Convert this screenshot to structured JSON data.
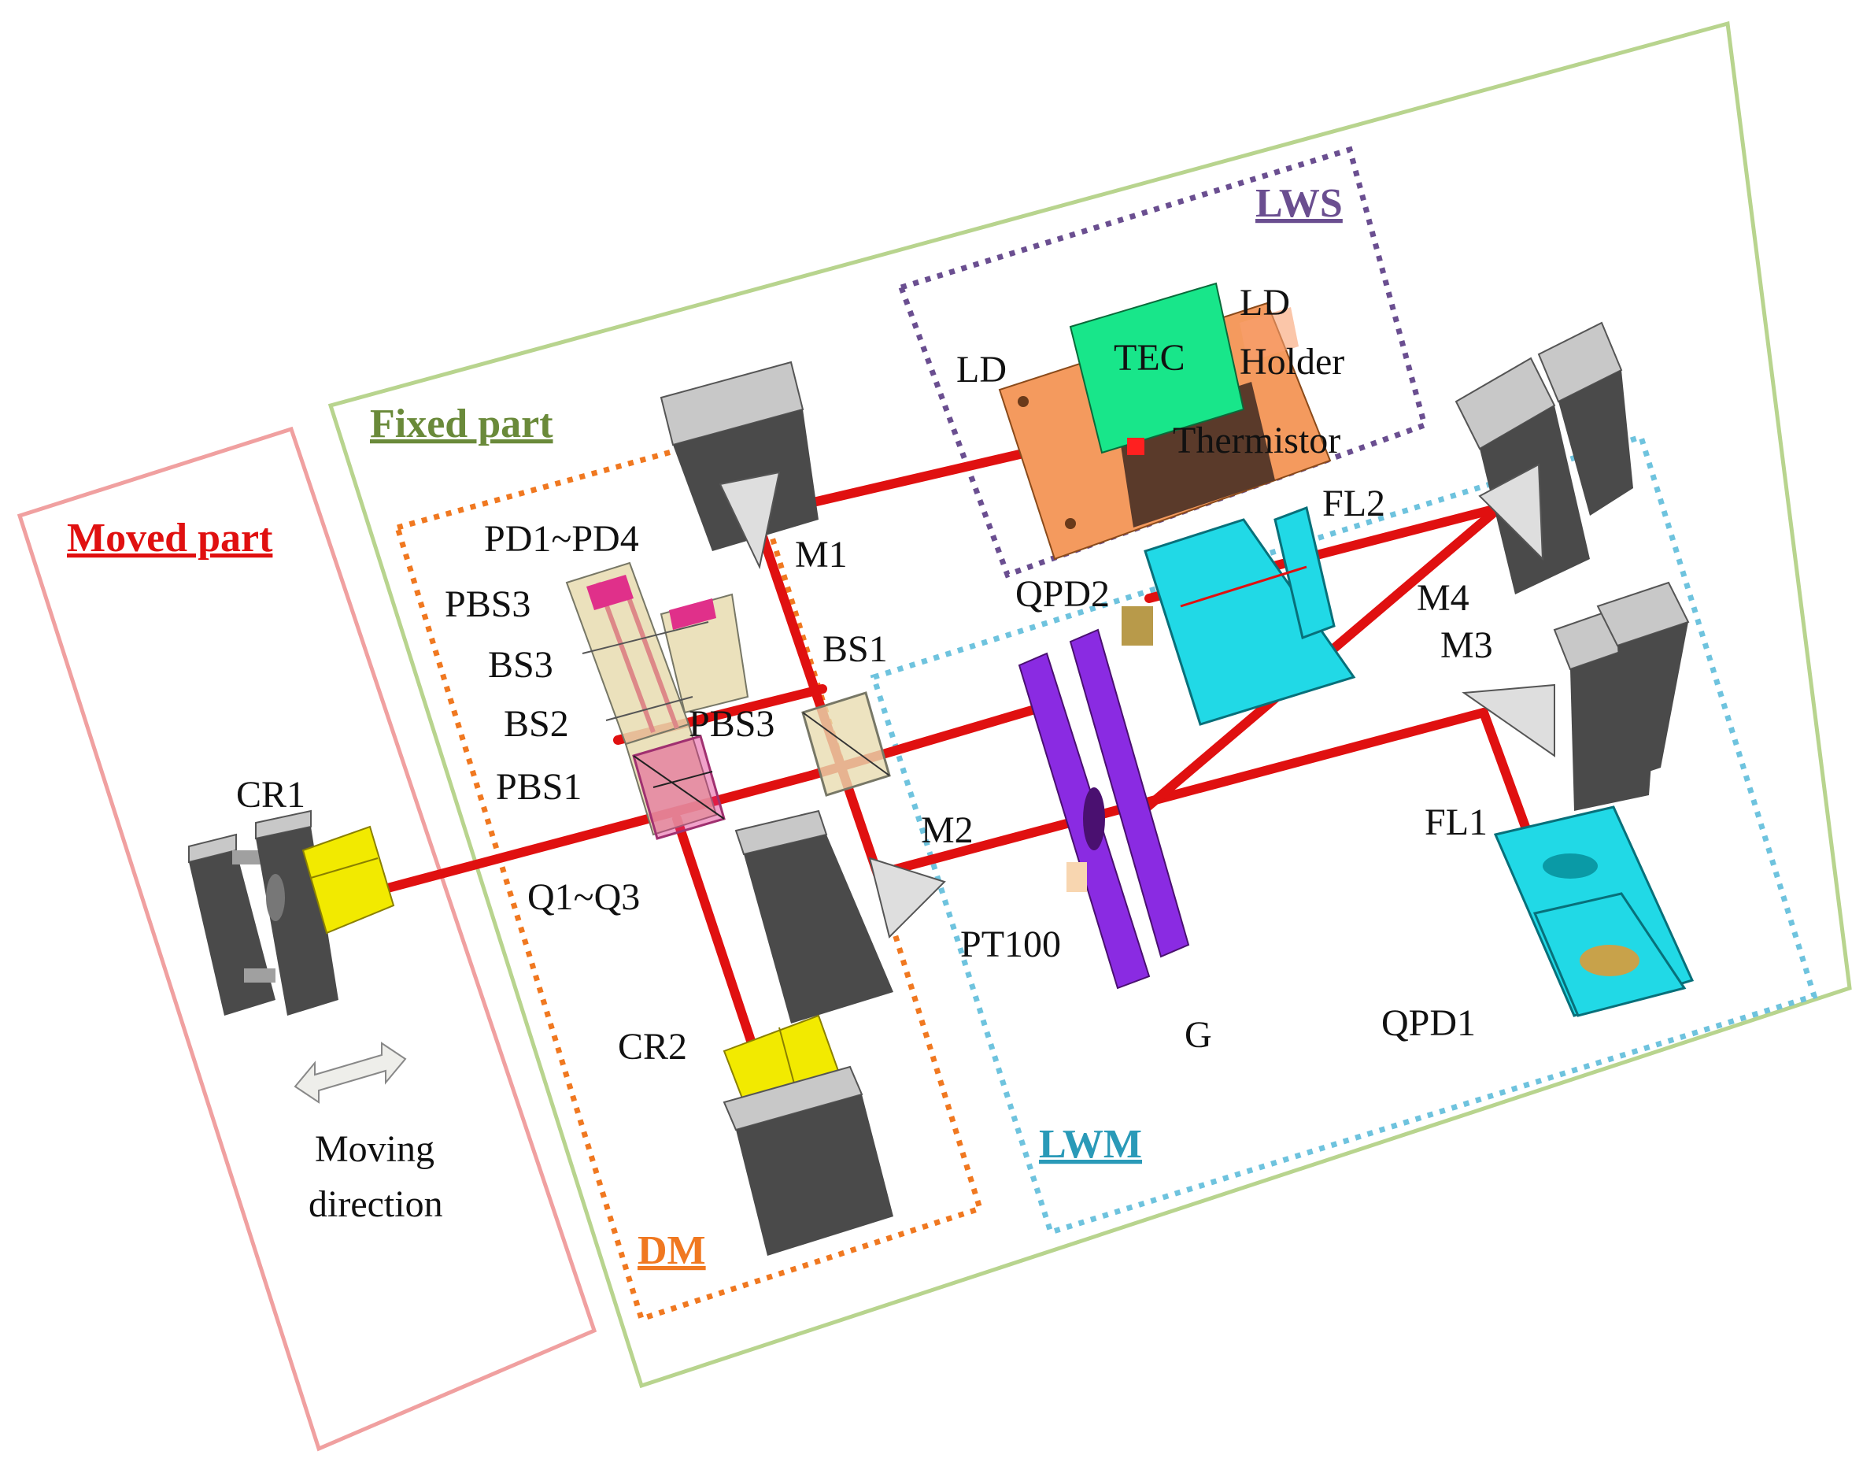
{
  "colors": {
    "moved_frame": "#f0a0a0",
    "fixed_frame": "#b8d48e",
    "dm_frame": "#f07820",
    "lws_frame": "#6a4e90",
    "lwm_frame": "#6ec3de",
    "beam": "#e01010",
    "mount_light": "#c8c8c8",
    "mount_dark": "#4a4a4a",
    "retro": "#f2ea00",
    "tec": "#18e68a",
    "plate": "#f49a5e",
    "cyan_holder": "#21d9e6",
    "grating": "#8a2be2",
    "optic_beige": "#e8dcb0",
    "magenta": "#e0308a"
  },
  "headers": {
    "moved_part": "Moved part",
    "fixed_part": "Fixed part",
    "lws": "LWS",
    "dm": "DM",
    "lwm": "LWM"
  },
  "labels": {
    "cr1": "CR1",
    "cr2": "CR2",
    "moving_direction_line1": "Moving",
    "moving_direction_line2": "direction",
    "pd1_pd4": "PD1~PD4",
    "pbs3_top": "PBS3",
    "bs3": "BS3",
    "bs2": "BS2",
    "pbs3_mid": "PBS3",
    "pbs1": "PBS1",
    "q1_q3": "Q1~Q3",
    "m1": "M1",
    "bs1": "BS1",
    "m2": "M2",
    "pt100": "PT100",
    "ld": "LD",
    "tec": "TEC",
    "ld_holder_line1": "LD",
    "ld_holder_line2": "Holder",
    "thermistor": "Thermistor",
    "fl2": "FL2",
    "qpd2": "QPD2",
    "m4": "M4",
    "m3": "M3",
    "fl1": "FL1",
    "qpd1": "QPD1",
    "g": "G"
  }
}
